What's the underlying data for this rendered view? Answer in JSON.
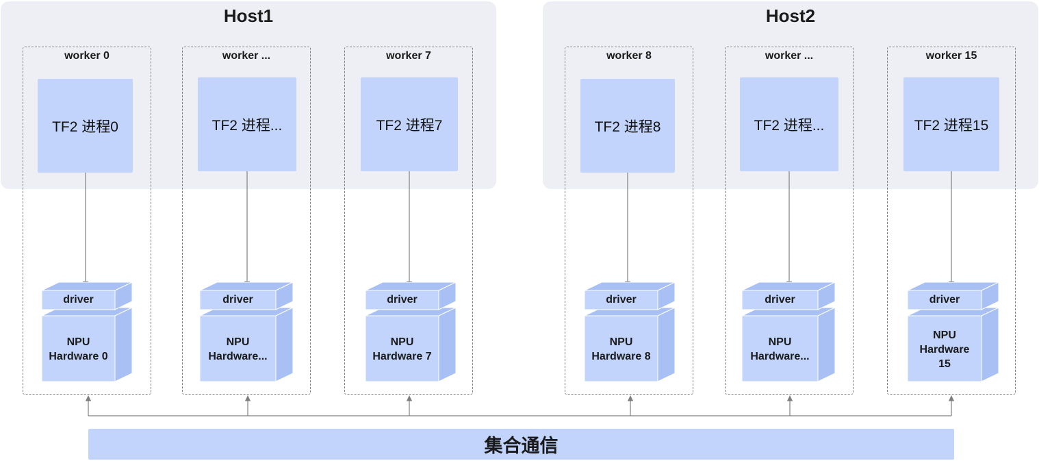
{
  "hosts": [
    {
      "title": "Host1",
      "workers": [
        {
          "title": "worker 0",
          "process": "TF2 进程0",
          "driver": "driver",
          "hw_line1": "NPU",
          "hw_line2": "Hardware 0",
          "hw_line3": ""
        },
        {
          "title": "worker ...",
          "process": "TF2 进程...",
          "driver": "driver",
          "hw_line1": "NPU",
          "hw_line2": "Hardware...",
          "hw_line3": ""
        },
        {
          "title": "worker 7",
          "process": "TF2 进程7",
          "driver": "driver",
          "hw_line1": "NPU",
          "hw_line2": "Hardware 7",
          "hw_line3": ""
        }
      ]
    },
    {
      "title": "Host2",
      "workers": [
        {
          "title": "worker 8",
          "process": "TF2 进程8",
          "driver": "driver",
          "hw_line1": "NPU",
          "hw_line2": "Hardware 8",
          "hw_line3": ""
        },
        {
          "title": "worker ...",
          "process": "TF2 进程...",
          "driver": "driver",
          "hw_line1": "NPU",
          "hw_line2": "Hardware...",
          "hw_line3": ""
        },
        {
          "title": "worker 15",
          "process": "TF2 进程15",
          "driver": "driver",
          "hw_line1": "NPU",
          "hw_line2": "Hardware",
          "hw_line3": "15"
        }
      ]
    }
  ],
  "bus": {
    "label": "集合通信"
  },
  "colors": {
    "host_bg": "#eeeff4",
    "block": "#c2d4fb",
    "block_side": "#a9c0f4",
    "arrow": "#7f7f7f"
  }
}
